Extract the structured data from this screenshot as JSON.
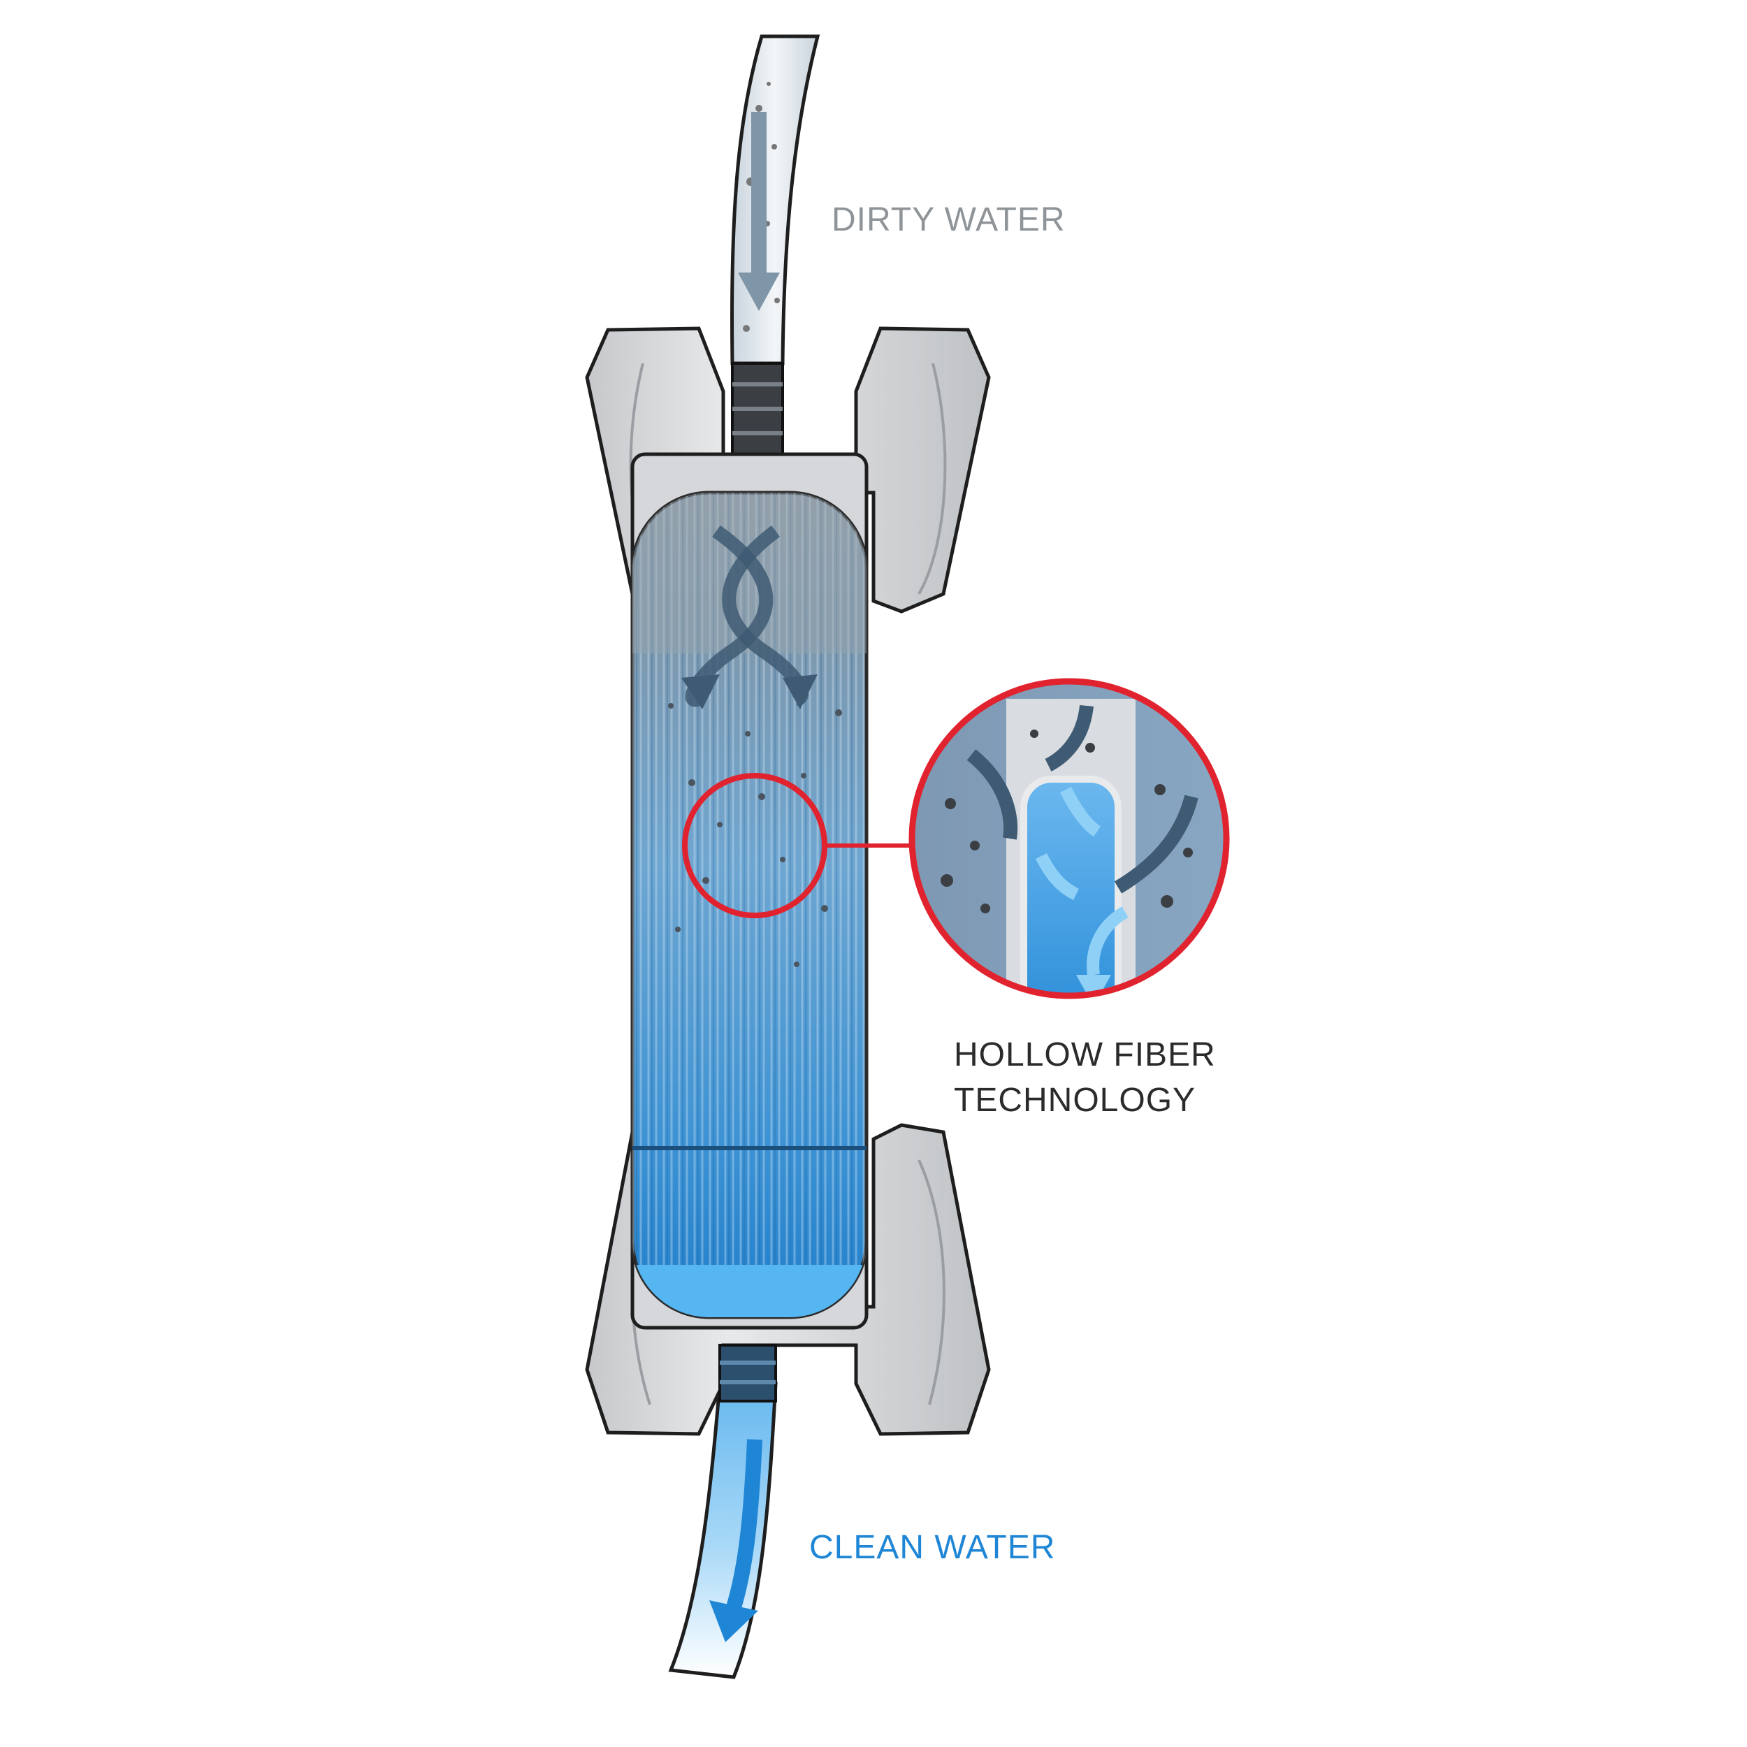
{
  "labels": {
    "dirty_water": "DIRTY WATER",
    "clean_water": "CLEAN WATER",
    "hollow_fiber_line1": "HOLLOW FIBER",
    "hollow_fiber_line2": "TECHNOLOGY"
  },
  "colors": {
    "dirty_label": "#8f9499",
    "clean_label": "#1f86d6",
    "callout_red": "#e0232e",
    "filter_blue": "#2f8fd2",
    "housing_gray": "#d9dadc",
    "outline": "#2b2b2b",
    "text_dark": "#2b2b2b"
  },
  "icons": [
    "down-flow-arrow-icon",
    "swirl-arrow-icon",
    "magnifier-callout-icon"
  ]
}
